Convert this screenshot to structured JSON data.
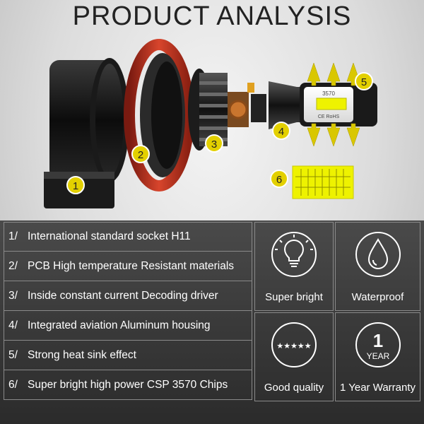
{
  "title": "PRODUCT ANALYSIS",
  "parts": {
    "markers": [
      "1",
      "2",
      "3",
      "4",
      "5",
      "6"
    ],
    "chip_label": "3570",
    "cert_label": "CE RoHS"
  },
  "features": [
    {
      "num": "1/",
      "text": "International standard socket H11"
    },
    {
      "num": "2/",
      "text": "PCB High temperature Resistant materials"
    },
    {
      "num": "3/",
      "text": "Inside constant current Decoding driver"
    },
    {
      "num": "4/",
      "text": "Integrated aviation Aluminum housing"
    },
    {
      "num": "5/",
      "text": "Strong heat sink effect"
    },
    {
      "num": "6/",
      "text": "Super bright high power CSP 3570 Chips"
    }
  ],
  "badges": [
    {
      "label": "Super bright",
      "icon": "bulb-icon"
    },
    {
      "label": "Waterproof",
      "icon": "water-drop-icon"
    },
    {
      "label": "Good quality",
      "icon": "five-star-icon"
    },
    {
      "label": "1 Year Warranty",
      "icon": "one-year-icon",
      "icon_text": [
        "1",
        "YEAR"
      ]
    }
  ],
  "colors": {
    "marker_fill": "#e3d000",
    "led_yellow": "#eef200",
    "panel_bg": "#3a3a3a",
    "ring_red": "#c0321e"
  }
}
